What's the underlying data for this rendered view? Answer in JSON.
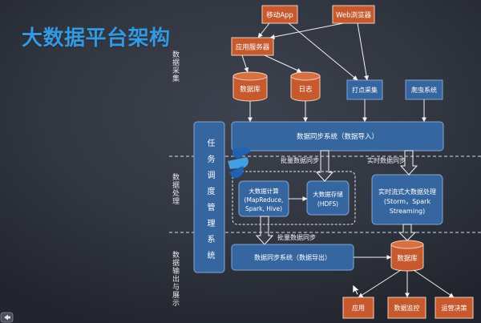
{
  "slide": {
    "title": "大数据平台架构"
  },
  "layers": {
    "collection": "数据采集",
    "processing": "数据处理",
    "output": "数据输出与展示"
  },
  "scheduler": {
    "label": "任务调度管理系统"
  },
  "nodes": {
    "mobile_app": "移动App",
    "web_browser": "Web浏览器",
    "app_server": "应用服务器",
    "source_database": "数据库",
    "log": "日志",
    "event_tracking": "打点采集",
    "crawler": "爬虫系统",
    "sync_import": "数据同步系统（数据导入）",
    "batch_compute": [
      "大数据计算",
      "(MapReduce,",
      "Spark, Hive)"
    ],
    "storage": [
      "大数据存储",
      "(HDFS)"
    ],
    "stream_processing": [
      "实时流式大数据处理",
      "(Storm，Spark",
      "Streaming)"
    ],
    "sync_export": "数据同步系统（数据导出）",
    "output_database": "数据库",
    "application": "应用",
    "monitoring": "数据监控",
    "operations_decision": "运营决策"
  },
  "edge_labels": {
    "batch_import": "批量数据同步",
    "realtime_import": "实时数据同步",
    "batch_export": "批量数据同步"
  },
  "icons": [
    "logo-watermark-icon",
    "slide-nav-icon",
    "mouse-cursor-icon"
  ],
  "colors": {
    "title": "#3399e0",
    "process_blue": "#35669f",
    "source_orange": "#c65a2e",
    "background": "#2f343f"
  }
}
